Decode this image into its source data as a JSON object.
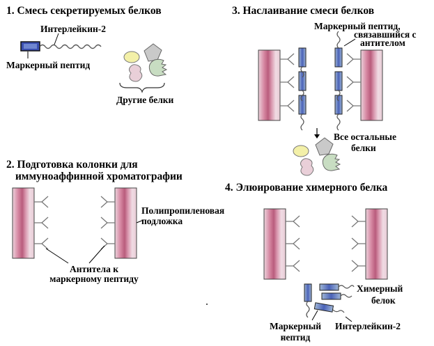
{
  "sections": {
    "s1": {
      "title": "1. Смесь секретируемых белков"
    },
    "s2": {
      "title_line1": "2. Подготовка колонки для",
      "title_line2": "иммуноаффинной хроматографии"
    },
    "s3": {
      "title": "3. Наслаивание смеси белков"
    },
    "s4": {
      "title": "4. Элюирование химерного белка"
    }
  },
  "labels": {
    "interleukin_top": "Интерлейкин-2",
    "marker_peptide_top": "Маркерный пептид",
    "other_proteins": "Другие белки",
    "bound_marker_l1": "Маркерный пептид,",
    "bound_marker_l2": "связавшийся с",
    "bound_marker_l3": "антителом",
    "rest_proteins_l1": "Все остальные",
    "rest_proteins_l2": "белки",
    "polypropylene_l1": "Полипропиленовая",
    "polypropylene_l2": "подложка",
    "antibodies_l1": "Антитела к",
    "antibodies_l2": "маркерному пептиду",
    "chimeric_l1": "Химерный",
    "chimeric_l2": "белок",
    "marker_bottom_l1": "Маркерный",
    "marker_bottom_l2": "пептид",
    "interleukin_bottom": "Интерлейкин-2"
  },
  "colors": {
    "column_outer": "#e9c9d3",
    "column_core": "#c76a88",
    "column_highlight": "#f7e4ea",
    "marker_fill": "#3b4fb0",
    "marker_light": "#8fb6de",
    "protein_yellow": "#f3f0a8",
    "protein_gray": "#c9c9c9",
    "protein_pink": "#e9cfd8",
    "protein_green": "#c8ddc2"
  }
}
